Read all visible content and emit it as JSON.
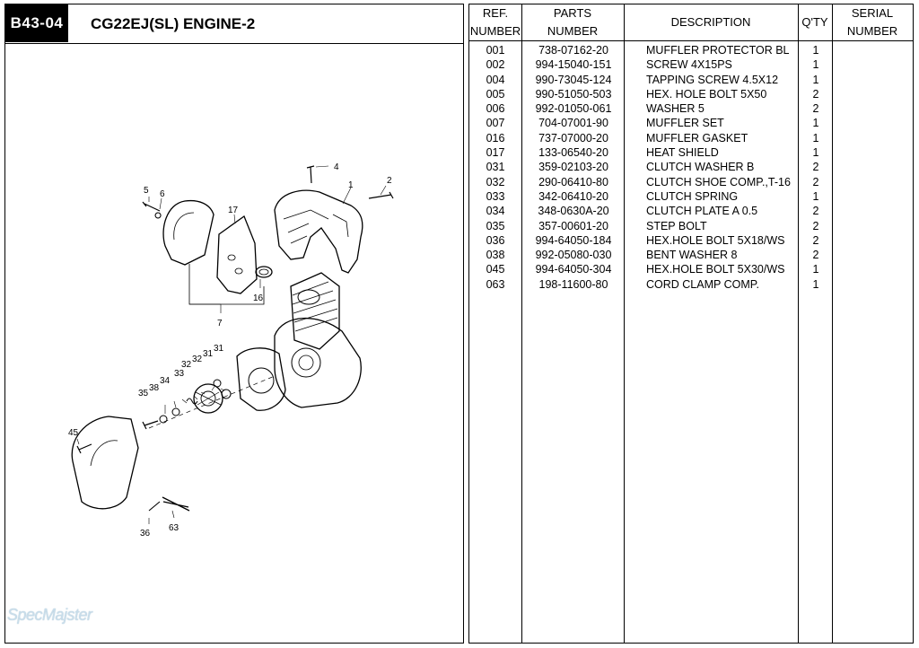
{
  "page": {
    "code": "B43-04",
    "title": "CG22EJ(SL)  ENGINE-2",
    "watermark": "SpecMajster"
  },
  "table": {
    "headers": {
      "ref": [
        "REF.",
        "NUMBER"
      ],
      "parts": [
        "PARTS",
        "NUMBER"
      ],
      "description": "DESCRIPTION",
      "qty": "Q'TY",
      "serial": [
        "SERIAL",
        "NUMBER"
      ]
    },
    "rows": [
      {
        "ref": "001",
        "part": "738-07162-20",
        "desc": "MUFFLER PROTECTOR BL",
        "qty": "1"
      },
      {
        "ref": "002",
        "part": "994-15040-151",
        "desc": "SCREW 4X15PS",
        "qty": "1"
      },
      {
        "ref": "004",
        "part": "990-73045-124",
        "desc": "TAPPING SCREW 4.5X12",
        "qty": "1"
      },
      {
        "ref": "005",
        "part": "990-51050-503",
        "desc": "HEX. HOLE BOLT 5X50",
        "qty": "2"
      },
      {
        "ref": "006",
        "part": "992-01050-061",
        "desc": "WASHER 5",
        "qty": "2"
      },
      {
        "ref": "007",
        "part": "704-07001-90",
        "desc": "MUFFLER SET",
        "qty": "1"
      },
      {
        "ref": "016",
        "part": "737-07000-20",
        "desc": "MUFFLER GASKET",
        "qty": "1"
      },
      {
        "ref": "017",
        "part": "133-06540-20",
        "desc": "HEAT SHIELD",
        "qty": "1"
      },
      {
        "ref": "031",
        "part": "359-02103-20",
        "desc": "CLUTCH WASHER B",
        "qty": "2"
      },
      {
        "ref": "032",
        "part": "290-06410-80",
        "desc": "CLUTCH SHOE COMP.,T-16",
        "qty": "2"
      },
      {
        "ref": "033",
        "part": "342-06410-20",
        "desc": "CLUTCH SPRING",
        "qty": "1"
      },
      {
        "ref": "034",
        "part": "348-0630A-20",
        "desc": "CLUTCH PLATE A 0.5",
        "qty": "2"
      },
      {
        "ref": "035",
        "part": "357-00601-20",
        "desc": "STEP BOLT",
        "qty": "2"
      },
      {
        "ref": "036",
        "part": "994-64050-184",
        "desc": "HEX.HOLE BOLT 5X18/WS",
        "qty": "2"
      },
      {
        "ref": "038",
        "part": "992-05080-030",
        "desc": "BENT WASHER 8",
        "qty": "2"
      },
      {
        "ref": "045",
        "part": "994-64050-304",
        "desc": "HEX.HOLE BOLT 5X30/WS",
        "qty": "1"
      },
      {
        "ref": "063",
        "part": "198-11600-80",
        "desc": "CORD CLAMP COMP.",
        "qty": "1"
      }
    ]
  },
  "diagram": {
    "callouts": {
      "c1": "1",
      "c2": "2",
      "c4": "4",
      "c5": "5",
      "c6": "6",
      "c7": "7",
      "c16": "16",
      "c17": "17",
      "c31a": "31",
      "c31b": "31",
      "c32a": "32",
      "c32b": "32",
      "c33": "33",
      "c34": "34",
      "c35": "35",
      "c36": "36",
      "c38": "38",
      "c45": "45",
      "c63": "63"
    }
  }
}
